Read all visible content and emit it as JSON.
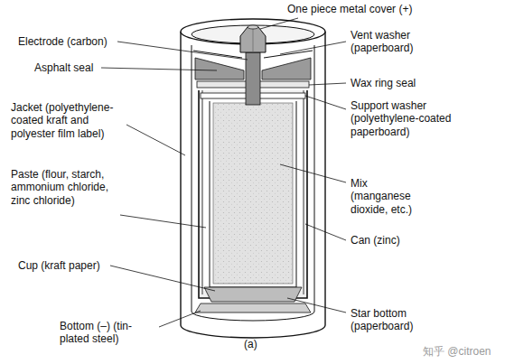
{
  "diagram": {
    "labels": [
      "One piece metal cover (+)",
      "Electrode (carbon)",
      "Vent washer (paperboard)",
      "Asphalt seal",
      "Wax ring seal",
      "Jacket (polyethylene-coated kraft and polyester film label)",
      "Support washer (polyethylene-coated paperboard)",
      "Paste (flour, starch, ammonium chloride, zinc chloride)",
      "Mix (manganese dioxide, etc.)",
      "Can (zinc)",
      "Cup (kraft paper)",
      "Star bottom (paperboard)",
      "Bottom (–) (tin-plated steel)",
      "(a)",
      "知乎 @citroen"
    ]
  }
}
